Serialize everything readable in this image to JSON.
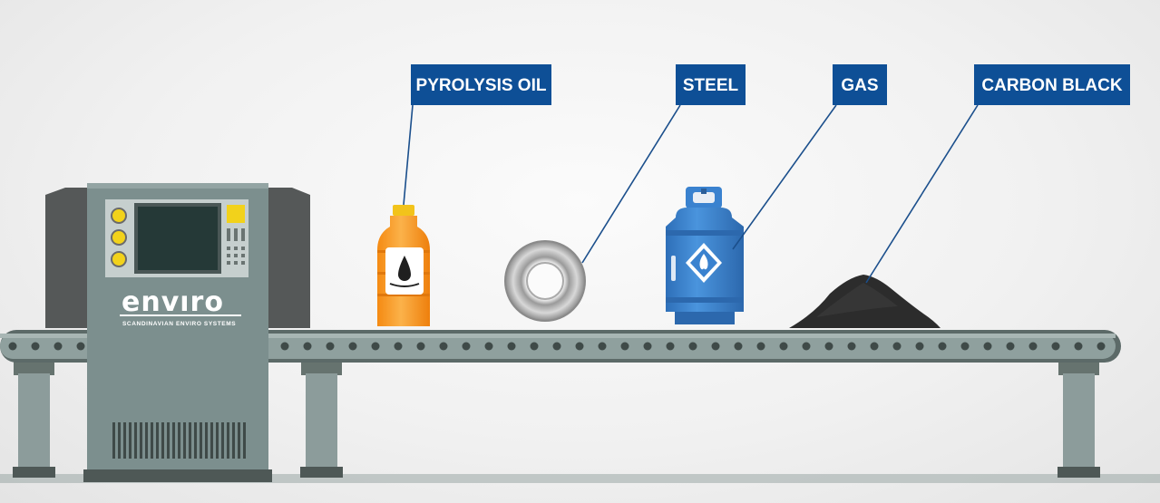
{
  "machine": {
    "brand_name": "envıro",
    "brand_subtitle": "SCANDINAVIAN ENVIRO SYSTEMS"
  },
  "products": [
    {
      "label": "PYROLYSIS OIL",
      "icon": "oil-bottle-icon"
    },
    {
      "label": "STEEL",
      "icon": "steel-coil-icon"
    },
    {
      "label": "GAS",
      "icon": "gas-cylinder-icon"
    },
    {
      "label": "CARBON BLACK",
      "icon": "carbon-pile-icon"
    }
  ],
  "colors": {
    "label_bg": "#0e4f96",
    "machine_body": "#7c8f8e",
    "machine_side": "#555858",
    "conveyor": "#8c9c9b",
    "bottle": "#f6931d",
    "cylinder": "#3a82cf",
    "carbon": "#2c2c2c"
  }
}
